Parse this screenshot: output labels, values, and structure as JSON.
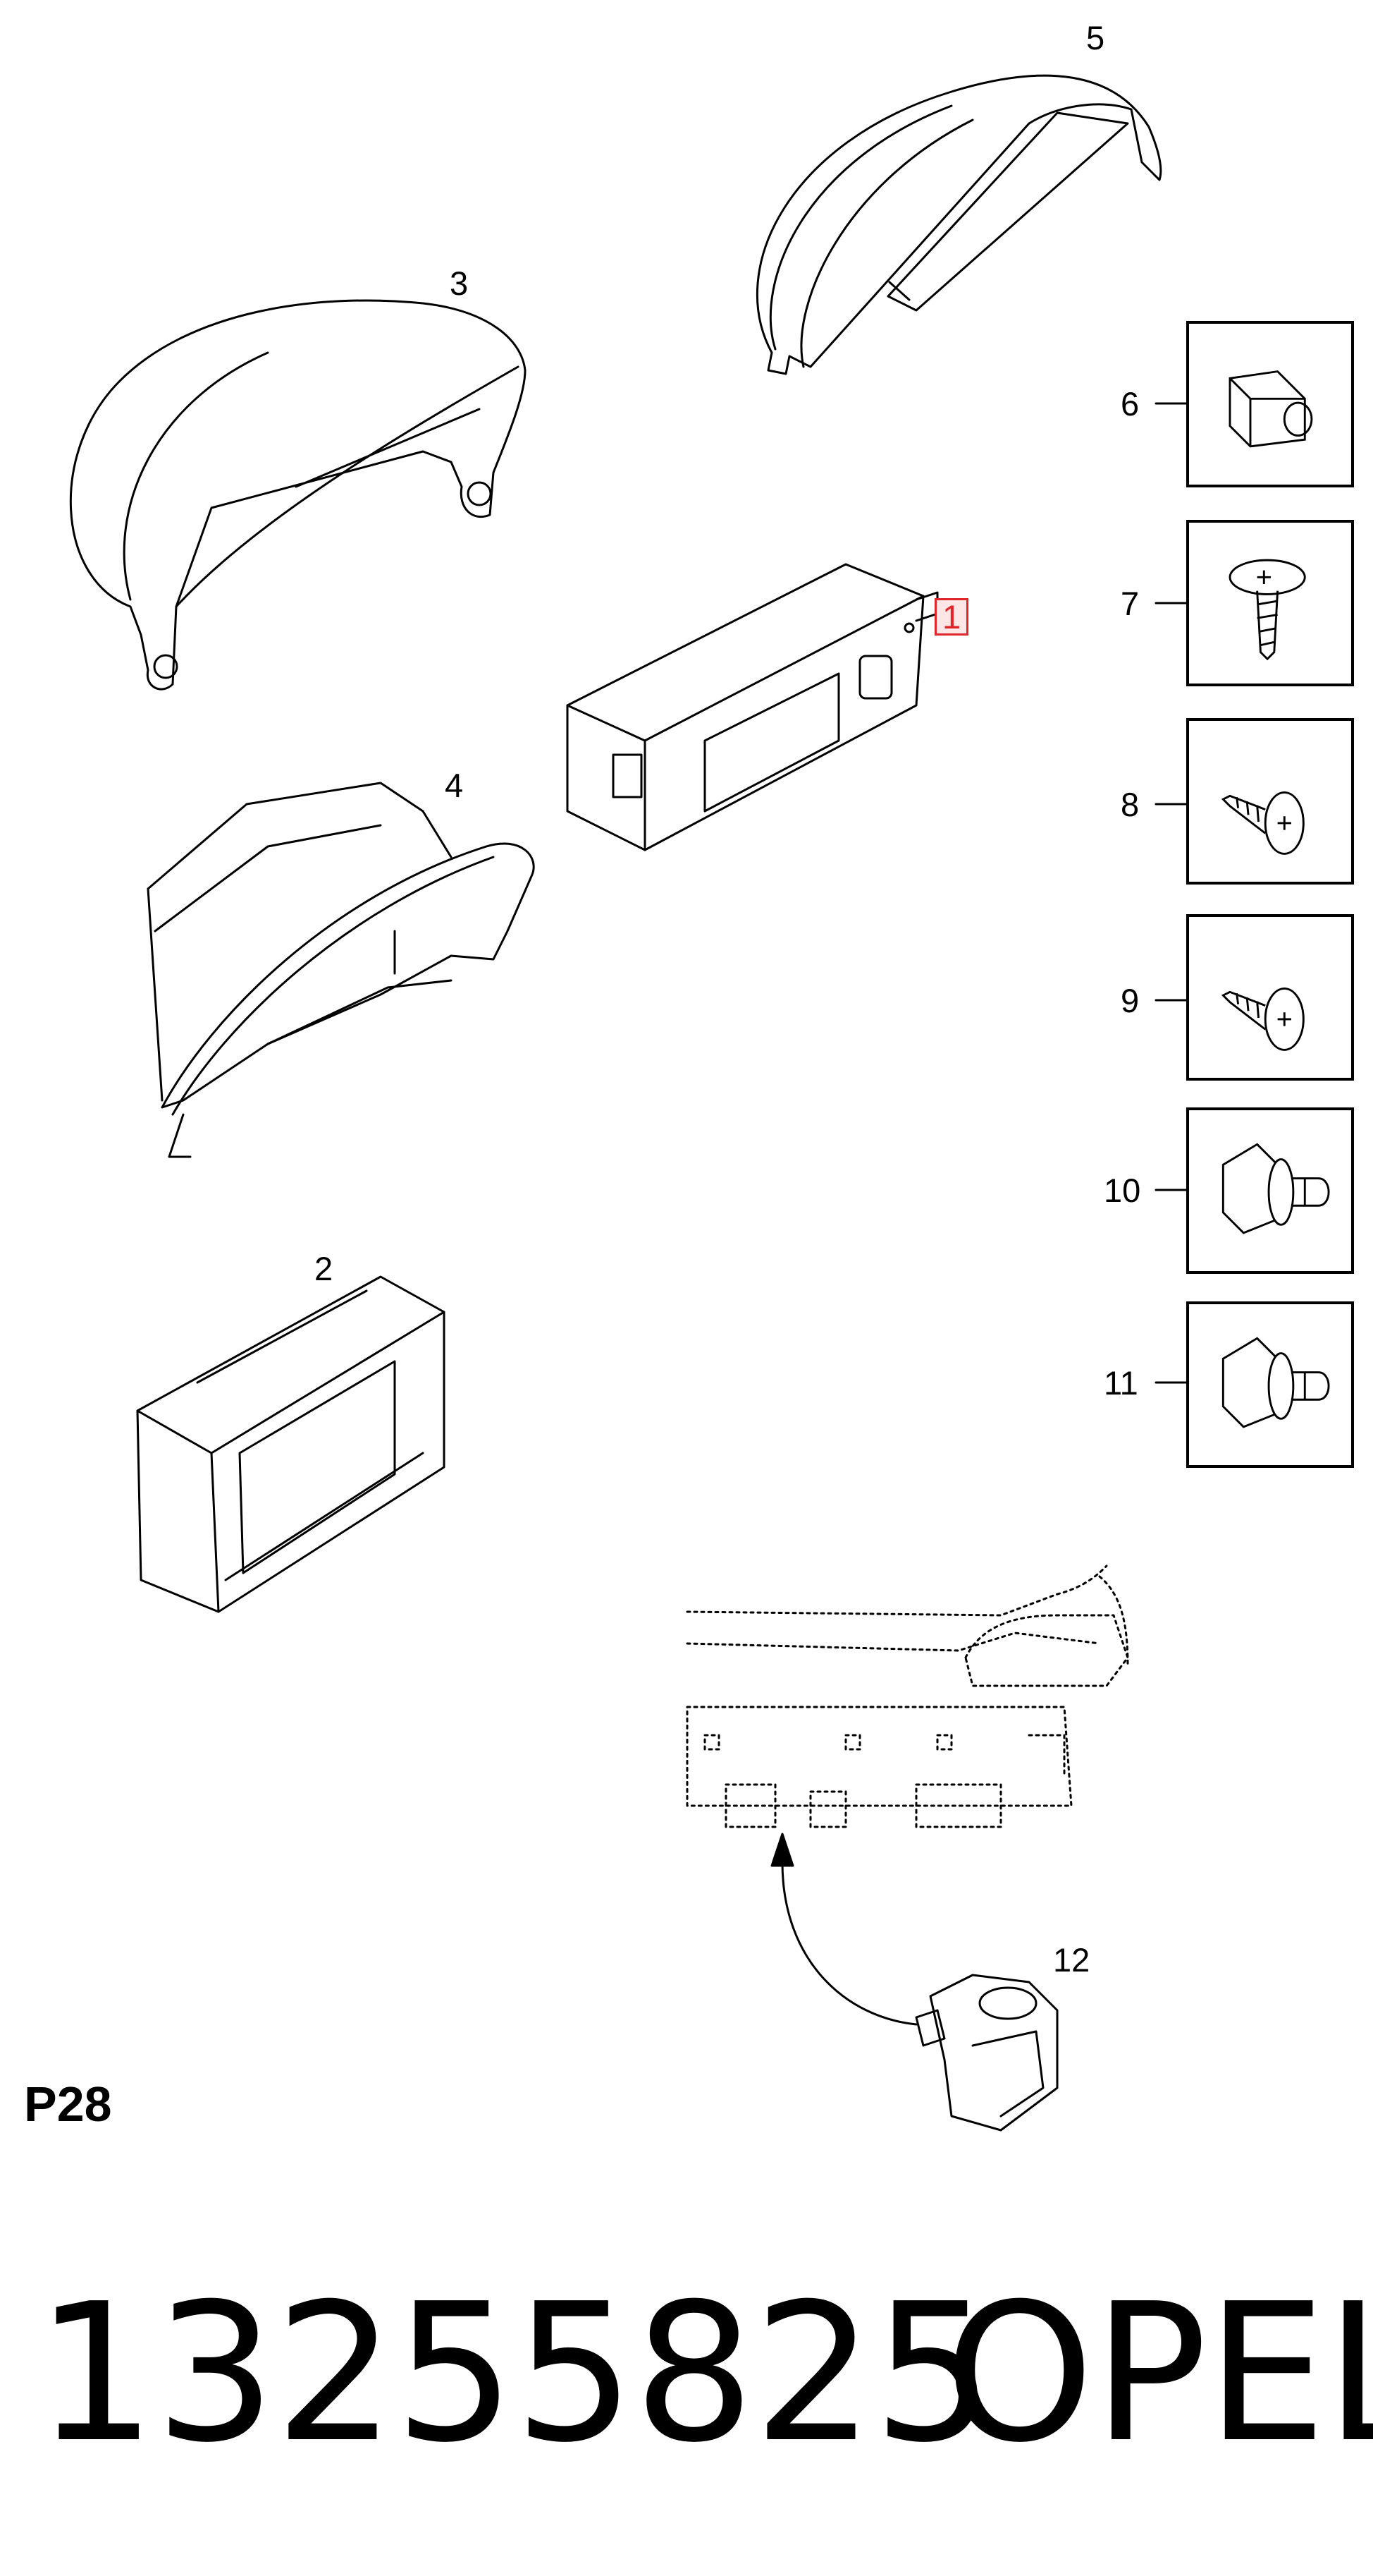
{
  "diagram": {
    "callouts": {
      "p1": "1",
      "p2": "2",
      "p3": "3",
      "p4": "4",
      "p5": "5",
      "p6": "6",
      "p7": "7",
      "p8": "8",
      "p9": "9",
      "p10": "10",
      "p11": "11",
      "p12": "12"
    },
    "highlight_color": "#e0262b",
    "page_code": "P28"
  },
  "footer": {
    "part_number": "13255825",
    "brand": "OPEL"
  }
}
